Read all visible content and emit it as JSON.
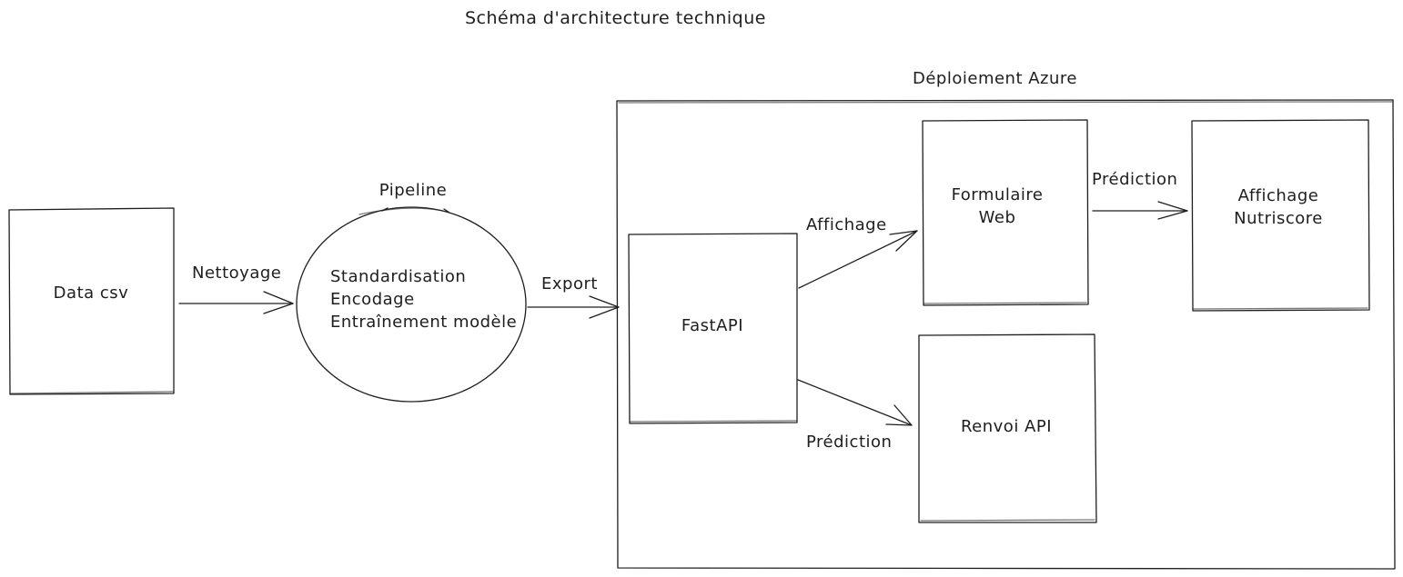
{
  "diagram": {
    "title": "Schéma d'architecture technique",
    "group_label": "Déploiement Azure",
    "nodes": {
      "data_csv": "Data csv",
      "pipeline": "Pipeline",
      "pipeline_steps": [
        "Standardisation",
        "Encodage",
        "Entraînement modèle"
      ],
      "fastapi": "FastAPI",
      "formulaire": [
        "Formulaire",
        "Web"
      ],
      "affichage_nutriscore": [
        "Affichage",
        "Nutriscore"
      ],
      "renvoi_api": "Renvoi API"
    },
    "edges": {
      "nettoyage": "Nettoyage",
      "export": "Export",
      "affichage": "Affichage",
      "prediction_top": "Prédiction",
      "prediction_bottom": "Prédiction"
    }
  }
}
